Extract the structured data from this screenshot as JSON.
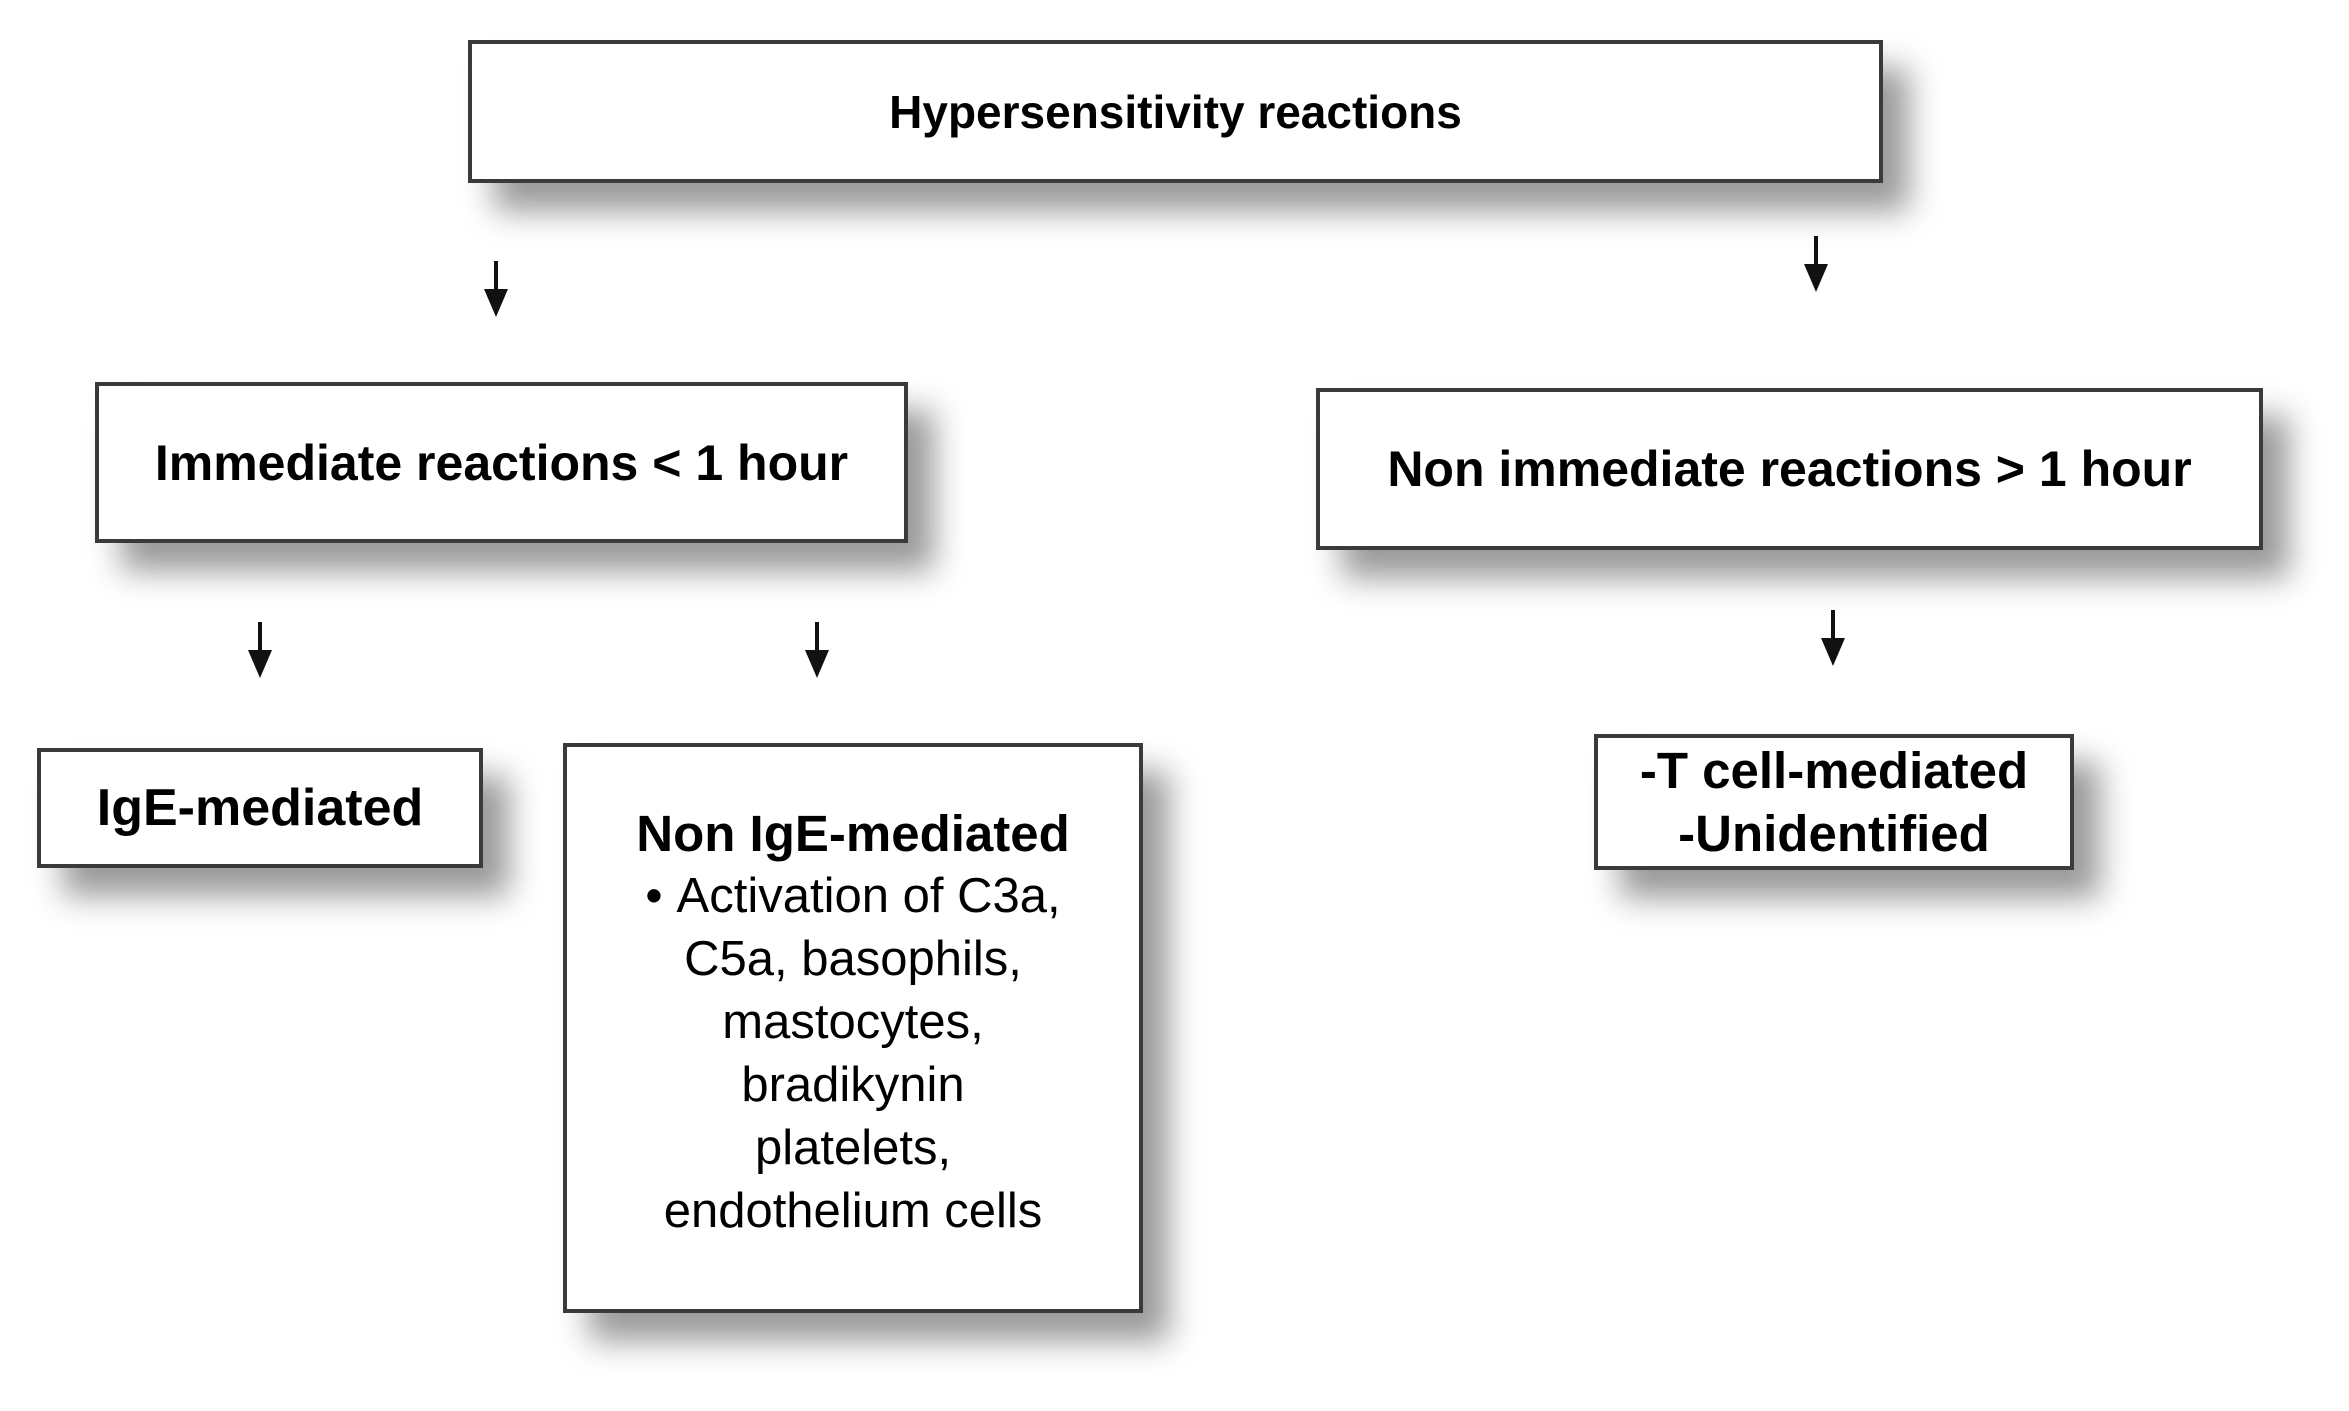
{
  "colors": {
    "background": "#ffffff",
    "box_fill": "#ffffff",
    "box_border": "#3a3a3a",
    "text": "#000000",
    "shadow": "#8a8a8a"
  },
  "root_box": {
    "label": "Hypersensitivity reactions"
  },
  "immediate_box": {
    "label": "Immediate reactions < 1 hour"
  },
  "non_immediate_box": {
    "label": "Non immediate reactions > 1 hour"
  },
  "ige_box": {
    "label": "IgE-mediated"
  },
  "non_ige_box": {
    "title": "Non IgE-mediated",
    "bullet": "•",
    "lines": [
      "Activation of C3a,",
      "C5a, basophils,",
      "mastocytes,",
      "bradikynin",
      "platelets,",
      "endothelium cells"
    ]
  },
  "t_cell_box": {
    "lines": [
      "-T cell-mediated",
      "-Unidentified"
    ]
  }
}
